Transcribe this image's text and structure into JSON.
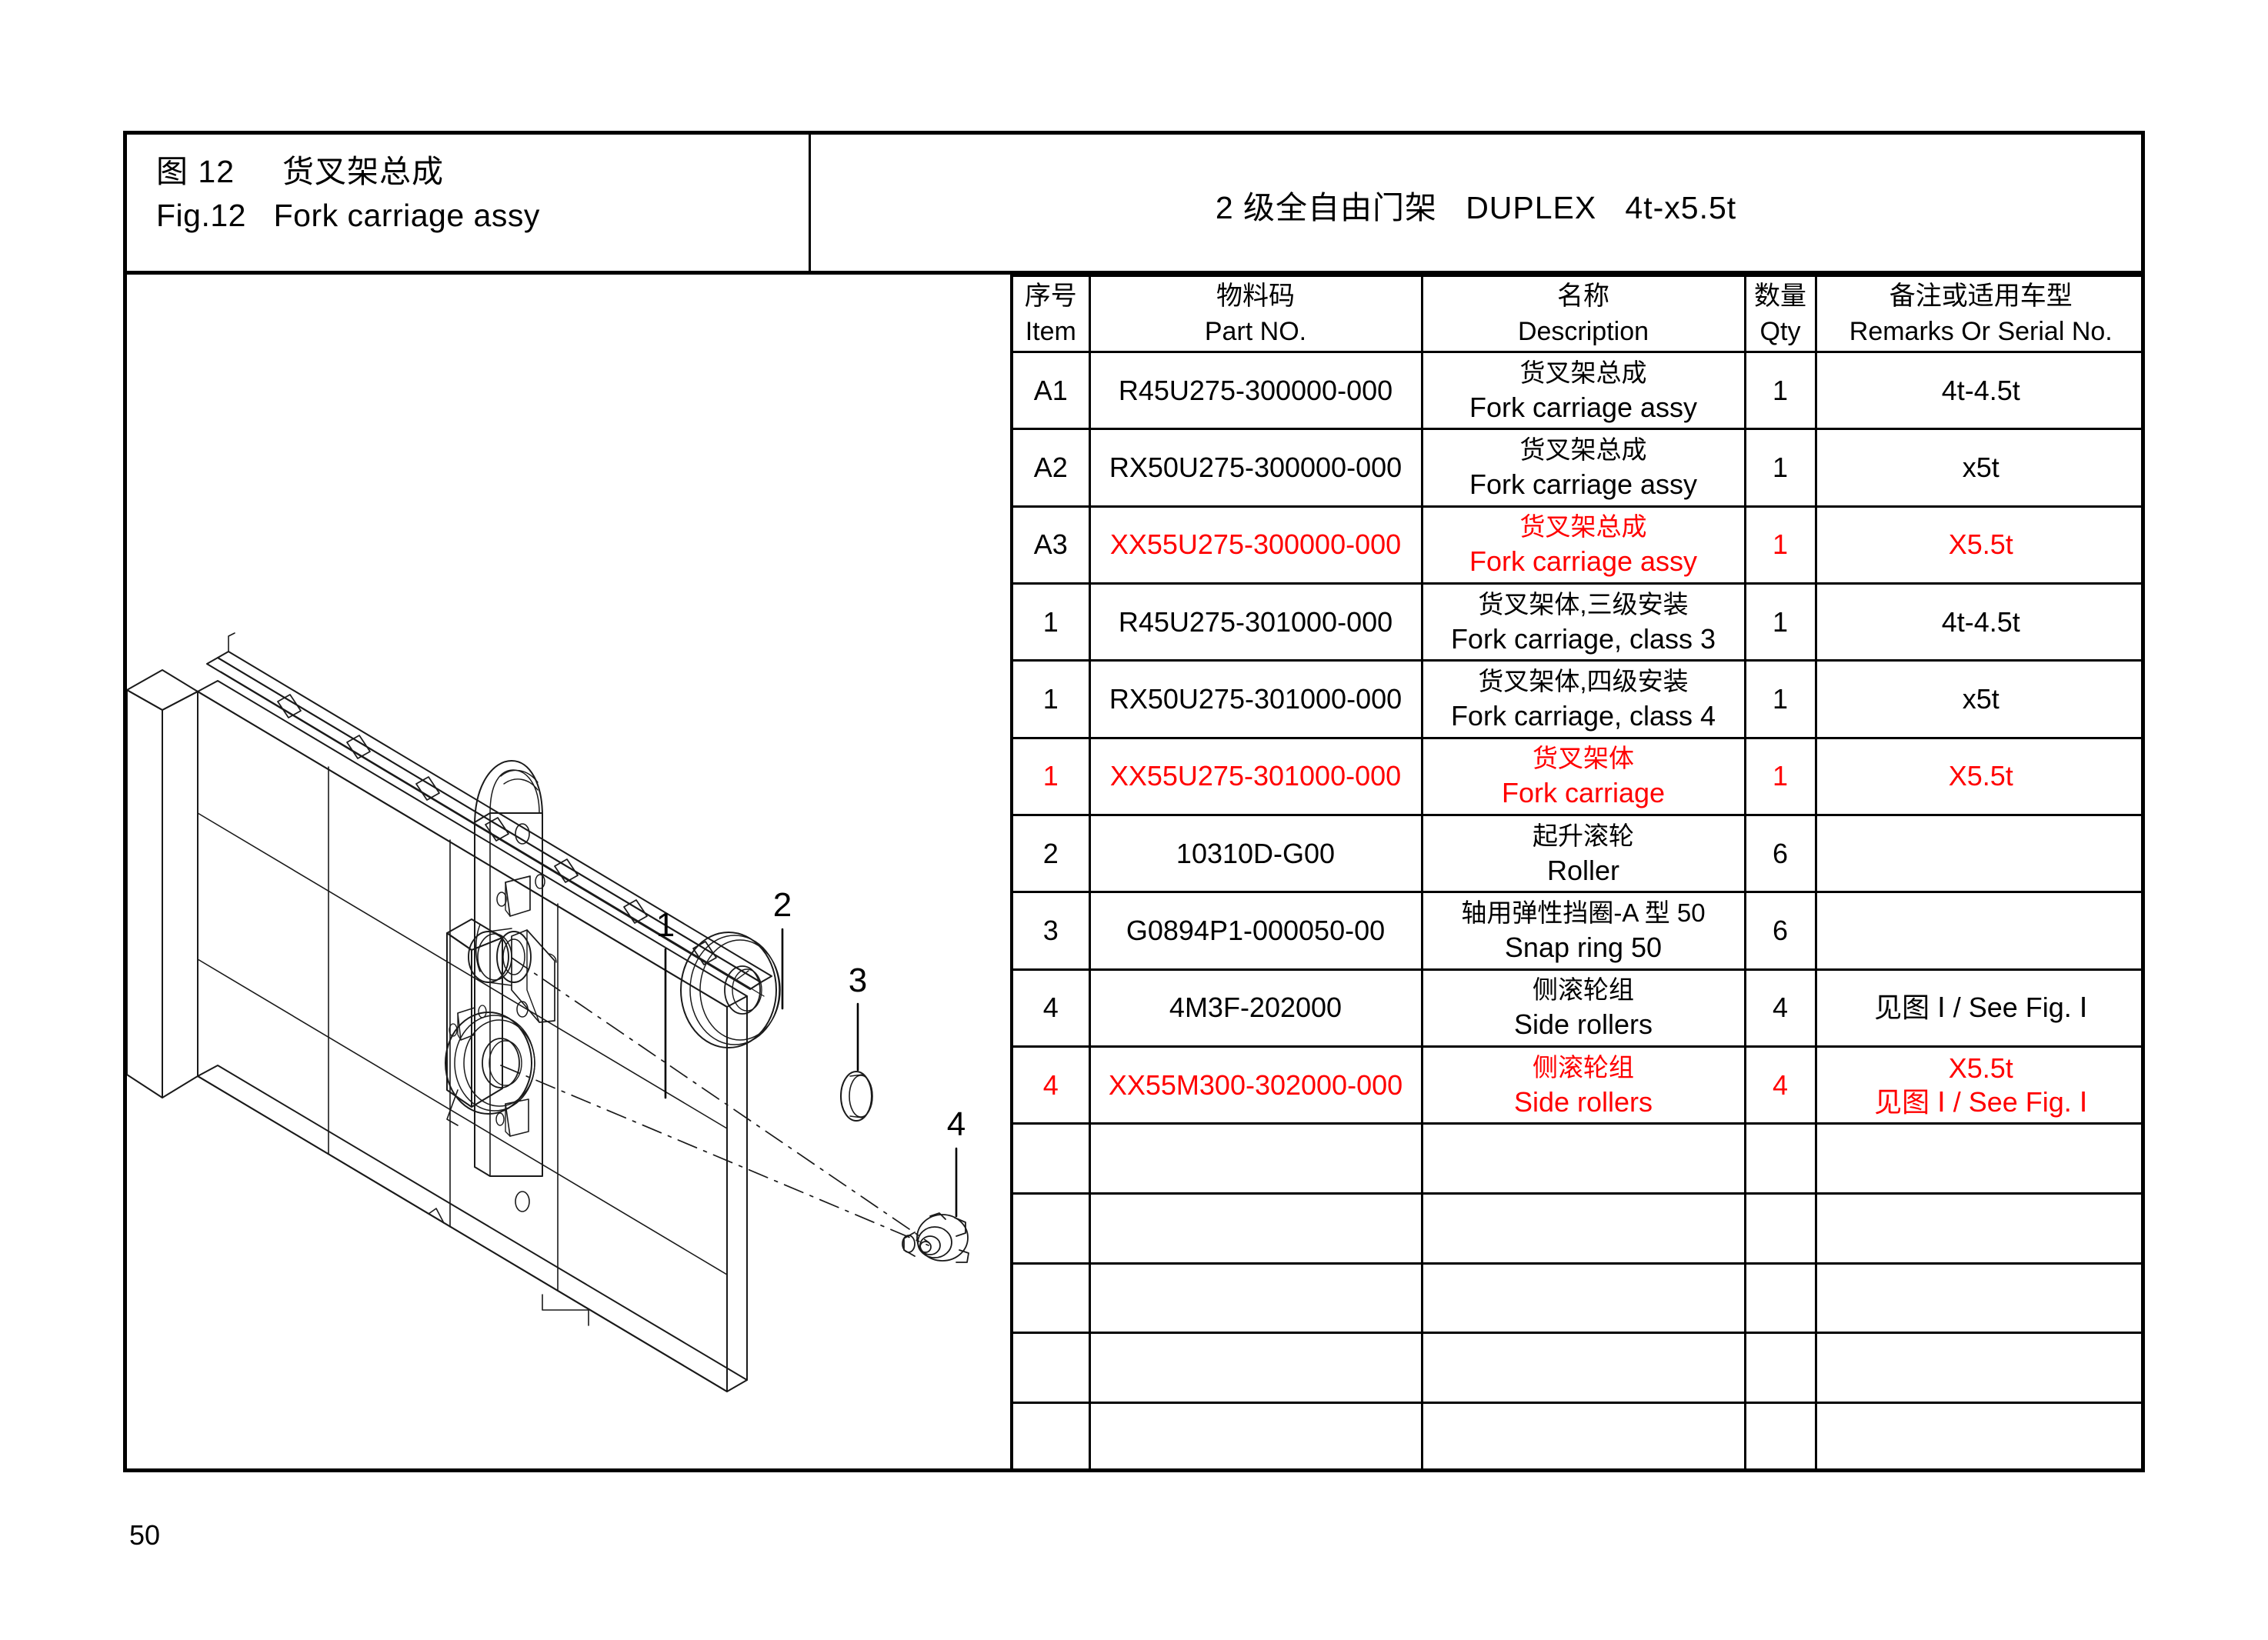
{
  "header": {
    "figure_cn": "图 12     货叉架总成",
    "figure_en": "Fig.12   Fork carriage assy",
    "mast_title": "2 级全自由门架   DUPLEX   4t-x5.5t"
  },
  "table": {
    "columns": [
      {
        "cn": "序号",
        "en": "Item"
      },
      {
        "cn": "物料码",
        "en": "Part NO."
      },
      {
        "cn": "名称",
        "en": "Description"
      },
      {
        "cn": "数量",
        "en": "Qty"
      },
      {
        "cn": "备注或适用车型",
        "en": "Remarks Or Serial No."
      }
    ],
    "rows": [
      {
        "item": "A1",
        "part_no": "R45U275-300000-000",
        "desc_cn": "货叉架总成",
        "desc_en": "Fork carriage assy",
        "qty": "1",
        "remark_a": "4t-4.5t",
        "remark_b": "",
        "color": "#000000",
        "item_color": "#000000"
      },
      {
        "item": "A2",
        "part_no": "RX50U275-300000-000",
        "desc_cn": "货叉架总成",
        "desc_en": "Fork carriage assy",
        "qty": "1",
        "remark_a": "x5t",
        "remark_b": "",
        "color": "#000000",
        "item_color": "#000000"
      },
      {
        "item": "A3",
        "part_no": "XX55U275-300000-000",
        "desc_cn": "货叉架总成",
        "desc_en": "Fork carriage assy",
        "qty": "1",
        "remark_a": "X5.5t",
        "remark_b": "",
        "color": "#ff0000",
        "item_color": "#000000"
      },
      {
        "item": "1",
        "part_no": "R45U275-301000-000",
        "desc_cn": "货叉架体,三级安装",
        "desc_en": "Fork carriage, class 3",
        "qty": "1",
        "remark_a": "4t-4.5t",
        "remark_b": "",
        "color": "#000000",
        "item_color": "#000000"
      },
      {
        "item": "1",
        "part_no": "RX50U275-301000-000",
        "desc_cn": "货叉架体,四级安装",
        "desc_en": "Fork carriage, class 4",
        "qty": "1",
        "remark_a": "x5t",
        "remark_b": "",
        "color": "#000000",
        "item_color": "#000000"
      },
      {
        "item": "1",
        "part_no": "XX55U275-301000-000",
        "desc_cn": "货叉架体",
        "desc_en": "Fork carriage",
        "qty": "1",
        "remark_a": "X5.5t",
        "remark_b": "",
        "color": "#ff0000",
        "item_color": "#ff0000"
      },
      {
        "item": "2",
        "part_no": "10310D-G00",
        "desc_cn": "起升滚轮",
        "desc_en": "Roller",
        "qty": "6",
        "remark_a": "",
        "remark_b": "",
        "color": "#000000",
        "item_color": "#000000"
      },
      {
        "item": "3",
        "part_no": "G0894P1-000050-00",
        "desc_cn": "轴用弹性挡圈-A 型 50",
        "desc_en": "Snap ring 50",
        "qty": "6",
        "remark_a": "",
        "remark_b": "",
        "color": "#000000",
        "item_color": "#000000"
      },
      {
        "item": "4",
        "part_no": "4M3F-202000",
        "desc_cn": "侧滚轮组",
        "desc_en": "Side rollers",
        "qty": "4",
        "remark_a": "见图 Ⅰ / See Fig. Ⅰ",
        "remark_b": "",
        "color": "#000000",
        "item_color": "#000000"
      },
      {
        "item": "4",
        "part_no": "XX55M300-302000-000",
        "desc_cn": "侧滚轮组",
        "desc_en": "Side rollers",
        "qty": "4",
        "remark_a": "X5.5t",
        "remark_b": "见图 Ⅰ / See Fig. Ⅰ",
        "color": "#ff0000",
        "item_color": "#ff0000"
      }
    ],
    "empty_row_count": 5
  },
  "drawing": {
    "callouts": [
      {
        "label": "1"
      },
      {
        "label": "2"
      },
      {
        "label": "3"
      },
      {
        "label": "4"
      }
    ]
  },
  "footer": {
    "page_number": "50"
  }
}
